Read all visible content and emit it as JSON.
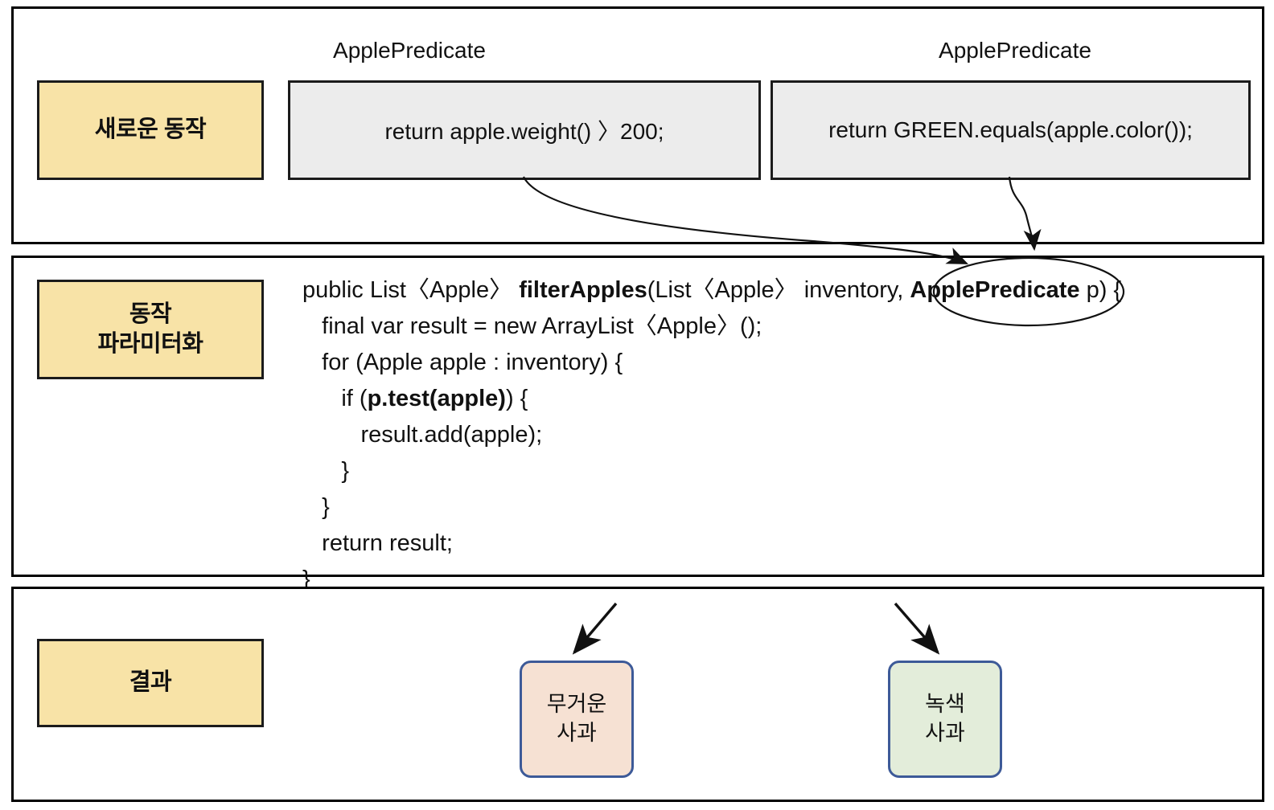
{
  "diagram": {
    "title_note": "Behavior parameterization diagram",
    "sections": [
      {
        "key": "new_behavior",
        "label": "새로운 동작"
      },
      {
        "key": "parameterize",
        "label_line1": "동작",
        "label_line2": "파라미터화"
      },
      {
        "key": "result",
        "label": "결과"
      }
    ]
  },
  "new_behavior": {
    "label": "새로운 동작",
    "captions": {
      "left": "ApplePredicate",
      "right": "ApplePredicate"
    },
    "code_boxes": [
      {
        "name": "weight-predicate",
        "code": "return apple.weight() 〉200;"
      },
      {
        "name": "color-predicate",
        "code": "return GREEN.equals(apple.color());"
      }
    ]
  },
  "parameterize": {
    "label_line1": "동작",
    "label_line2": "파라미터화",
    "code": {
      "line1_a": "public List〈Apple〉 ",
      "line1_b": "filterApples",
      "line1_c": "(List〈Apple〉 inventory, ",
      "line1_d": "ApplePredicate",
      "line1_e": " p) {",
      "line2": "   final var result = new ArrayList〈Apple〉();",
      "line3": "   for (Apple apple : inventory) {",
      "line4_a": "      if (",
      "line4_b": "p.test(apple)",
      "line4_c": ") {",
      "line5": "         result.add(apple);",
      "line6": "      }",
      "line7": "   }",
      "line8": "   return result;",
      "line9": "}"
    },
    "highlight_token": "ApplePredicate"
  },
  "result": {
    "label": "결과",
    "boxes": [
      {
        "name": "heavy-apple",
        "line1": "무거운",
        "line2": "사과",
        "fill": "#f6e1d3",
        "stroke": "#3d5a98"
      },
      {
        "name": "green-apple",
        "line1": "녹색",
        "line2": "사과",
        "fill": "#e3edda",
        "stroke": "#3d5a98"
      }
    ]
  },
  "colors": {
    "label_fill": "#f8e3a7",
    "label_stroke": "#1b1b1b",
    "code_fill": "#ececec",
    "code_stroke": "#1b1b1b",
    "panel_stroke": "#000000",
    "arrow_stroke": "#111111"
  }
}
